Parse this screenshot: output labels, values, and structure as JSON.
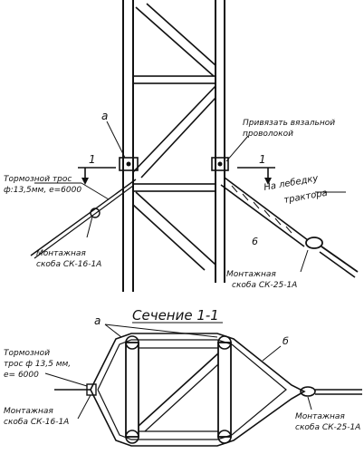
{
  "labels": {
    "a_top": "а",
    "tie_wire": [
      "Привязать вязальной",
      "проволокой"
    ],
    "section_mark_left": "1",
    "section_mark_right": "1",
    "to_winch": [
      "На лебедку",
      "трактора"
    ],
    "brake_cable_top": [
      "Тормозной трос",
      "ф:13,5мм, е=6000"
    ],
    "num_6_top": "6",
    "bracket_left_top": [
      "Монтажная",
      "скоба СК-16-1А"
    ],
    "bracket_right_top": [
      "Монтажная",
      "скоба СК-25-1А"
    ],
    "section_title": "Сечение 1-1",
    "a_bottom": "а",
    "num_6_bottom": "б",
    "brake_cable_bottom": [
      "Тормозной",
      "трос ф 13,5 мм,",
      "е= 6000"
    ],
    "bracket_left_bottom": [
      "Монтажная",
      "скоба СК-16-1А"
    ],
    "bracket_right_bottom": [
      "Монтажная",
      "скоба СК-25-1А"
    ]
  }
}
